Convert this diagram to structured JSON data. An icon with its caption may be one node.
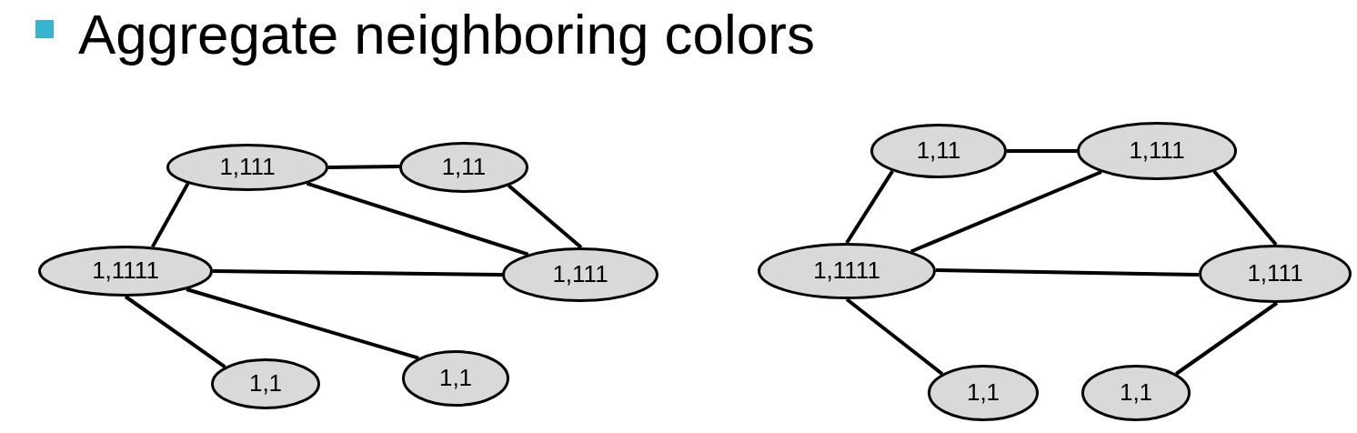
{
  "diagram": {
    "title": "Aggregate neighboring colors",
    "nodes": [
      {
        "text": [
          "1,111"
        ]
      },
      {
        "text": [
          "1,11"
        ]
      },
      {
        "text": [
          "1,1111"
        ]
      },
      {
        "text": [
          "1,111"
        ]
      },
      {
        "text": [
          "1,1"
        ]
      },
      {
        "text": [
          "1,1"
        ]
      },
      {
        "text": [
          "1,11"
        ]
      },
      {
        "text": [
          "1,111"
        ]
      },
      {
        "text": [
          "1,1111"
        ]
      },
      {
        "text": [
          "1,111"
        ]
      },
      {
        "text": [
          "1,1"
        ]
      },
      {
        "text": [
          "1,1"
        ]
      }
    ],
    "edges": [
      {
        "from": 0,
        "to": 1,
        "arrow": "none"
      },
      {
        "from": 0,
        "to": 2,
        "arrow": "none"
      },
      {
        "from": 0,
        "to": 3,
        "arrow": "none"
      },
      {
        "from": 1,
        "to": 3,
        "arrow": "none"
      },
      {
        "from": 2,
        "to": 3,
        "arrow": "none"
      },
      {
        "from": 2,
        "to": 4,
        "arrow": "none"
      },
      {
        "from": 2,
        "to": 5,
        "arrow": "none"
      },
      {
        "from": 6,
        "to": 7,
        "arrow": "none"
      },
      {
        "from": 6,
        "to": 8,
        "arrow": "none"
      },
      {
        "from": 7,
        "to": 8,
        "arrow": "none"
      },
      {
        "from": 7,
        "to": 9,
        "arrow": "none"
      },
      {
        "from": 8,
        "to": 9,
        "arrow": "none"
      },
      {
        "from": 8,
        "to": 10,
        "arrow": "none"
      },
      {
        "from": 9,
        "to": 11,
        "arrow": "none"
      }
    ]
  }
}
